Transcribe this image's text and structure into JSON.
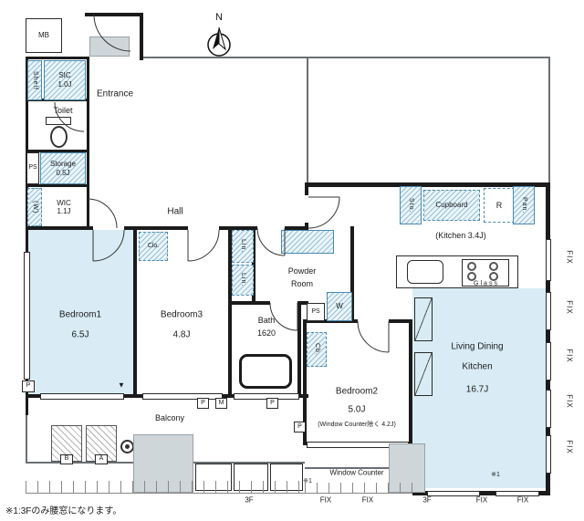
{
  "compass": {
    "n": "N"
  },
  "rooms": {
    "entrance": "Entrance",
    "hall": "Hall",
    "toilet": "Toilet",
    "powder1": "Powder",
    "powder2": "Room",
    "bath": "Bath",
    "bath_size": "1620",
    "bedroom1": "Bedroom1",
    "bedroom1_size": "6.5J",
    "bedroom3": "Bedroom3",
    "bedroom3_size": "4.8J",
    "bedroom2": "Bedroom2",
    "bedroom2_size": "5.0J",
    "bedroom2_note": "(Window Counter除く 4.2J)",
    "ldk1": "Living Dining",
    "ldk2": "Kitchen",
    "ldk_size": "16.7J",
    "kitchen_note": "(Kitchen 3.4J)",
    "balcony": "Balcony",
    "window_counter": "Window Counter"
  },
  "closets": {
    "shelf": "Shelf",
    "sic": "SIC",
    "sic_size": "1.0J",
    "storage": "Storage",
    "storage_size": "0.5J",
    "wic": "WIC",
    "wic_size": "1.1J",
    "washer": "(W)",
    "w": "W",
    "clo": "Clo.",
    "lin": "Lin.",
    "cb": "Cb.",
    "sto": "Sto.",
    "cupboard": "Cupboard",
    "fridge": "R",
    "pantry": "Pan.",
    "glass": "Glass"
  },
  "marks": {
    "mb": "MB",
    "ps": "PS",
    "p": "P",
    "m": "M",
    "a": "A",
    "b": "B",
    "fix": "FIX",
    "floor": "3F",
    "ref": "※1",
    "tri": "▼"
  },
  "note": "※1:3Fのみ腰窓になります。"
}
